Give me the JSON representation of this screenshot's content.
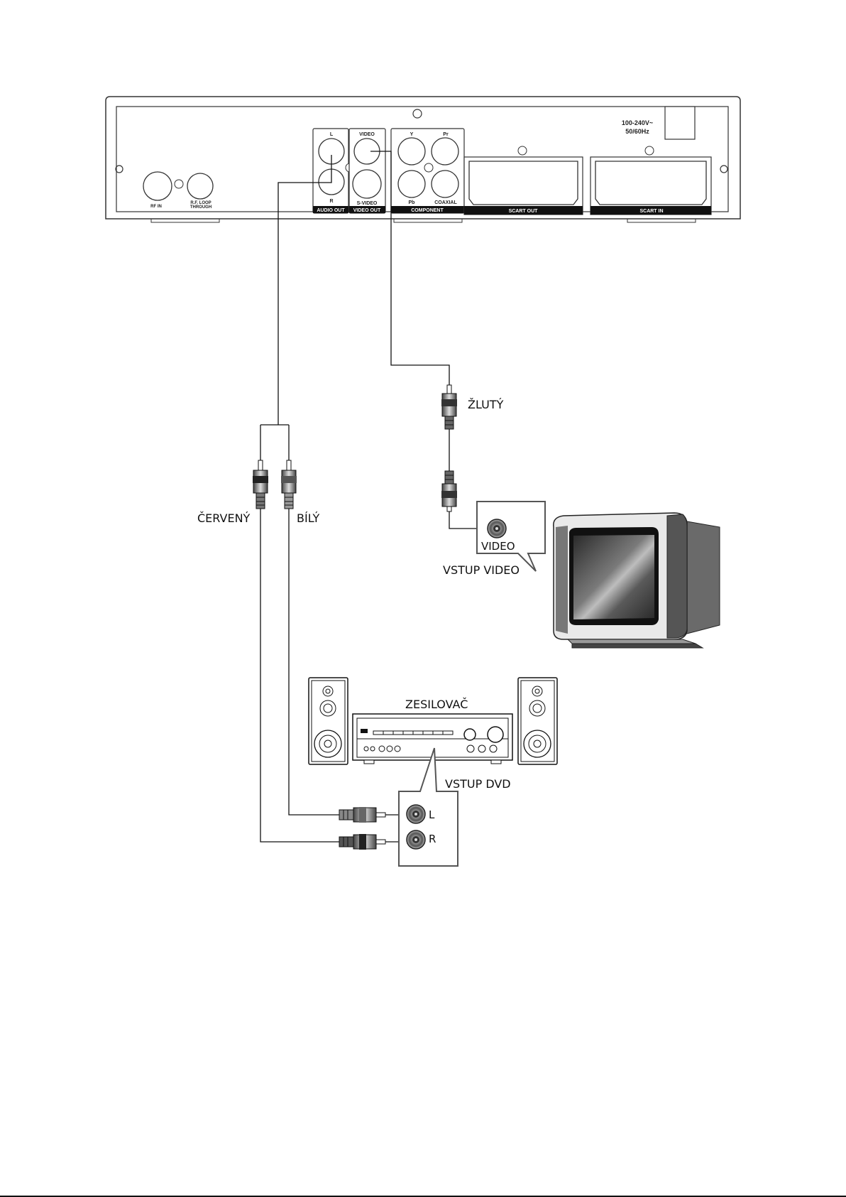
{
  "device": {
    "power_rating_line1": "100-240V~",
    "power_rating_line2": "50/60Hz",
    "rf_in_label": "RF IN",
    "rf_loop_label_line1": "R.F. LOOP",
    "rf_loop_label_line2": "THROUGH",
    "audio_out": {
      "group_label": "AUDIO OUT",
      "left_label": "L",
      "right_label": "R"
    },
    "video_out": {
      "group_label": "VIDEO OUT",
      "video_label": "VIDEO",
      "svideo_label": "S-VIDEO"
    },
    "component": {
      "group_label": "COMPONENT",
      "y_label": "Y",
      "pr_label": "Pr",
      "pb_label": "Pb",
      "coaxial_label": "COAXIAL"
    },
    "scart_out_label": "SCART OUT",
    "scart_in_label": "SCART IN"
  },
  "cables": {
    "red_label": "ČERVENÝ",
    "white_label": "BÍLÝ",
    "yellow_label": "ŽLUTÝ"
  },
  "tv": {
    "jack_label": "VIDEO",
    "input_label": "VSTUP VIDEO"
  },
  "amplifier": {
    "title": "ZESILOVAČ",
    "input_label": "VSTUP DVD",
    "left_label": "L",
    "right_label": "R"
  }
}
